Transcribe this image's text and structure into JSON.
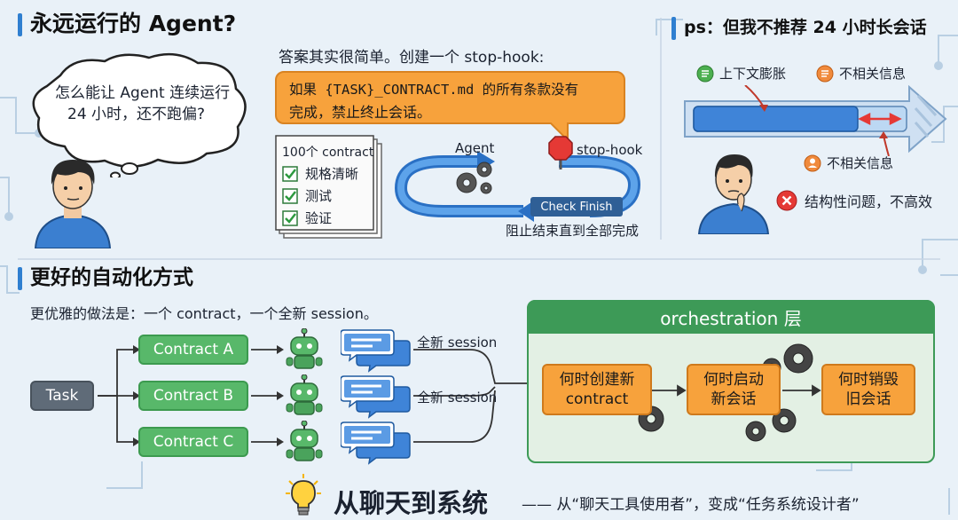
{
  "left_panel": {
    "title": "永远运行的 Agent?",
    "question_line1": "怎么能让 Agent 连续运行",
    "question_line2": "24 小时，还不跑偏?",
    "answer_intro": "答案其实很简单。创建一个 stop-hook:",
    "contract_line1": "如果 {TASK}_CONTRACT.md 的所有条款没有",
    "contract_line2": "完成，禁止终止会话。",
    "checklist": {
      "header": "100个 contract",
      "items": [
        "规格清晰",
        "测试",
        "验证"
      ]
    },
    "loop": {
      "agent_label": "Agent",
      "stop_hook_label": "stop-hook",
      "check_finish_label": "Check Finish",
      "caption": "阻止结束直到全部完成"
    }
  },
  "right_panel": {
    "title": "ps：但我不推荐 24 小时长会话",
    "legend_context": "上下文膨胀",
    "legend_irrelevant_top": "不相关信息",
    "legend_irrelevant_bottom": "不相关信息",
    "conclusion": "结构性问题，不高效"
  },
  "bottom_panel": {
    "title": "更好的自动化方式",
    "subtitle": "更优雅的做法是：一个 contract，一个全新 session。",
    "task_label": "Task",
    "contracts": [
      "Contract A",
      "Contract B",
      "Contract C"
    ],
    "session_labels": [
      "全新 session",
      "全新 session"
    ],
    "orchestration": {
      "header": "orchestration 层",
      "steps": [
        {
          "line1": "何时创建新",
          "line2": "contract"
        },
        {
          "line1": "何时启动",
          "line2": "新会话"
        },
        {
          "line1": "何时销毁",
          "line2": "旧会话"
        }
      ]
    }
  },
  "footer": {
    "headline": "从聊天到系统",
    "tagline": "—— 从“聊天工具使用者”，变成“任务系统设计者”"
  },
  "colors": {
    "accent_blue": "#2f7fd0",
    "orange": "#f7a23c",
    "green": "#58b86a",
    "orch_green": "#3d9a57",
    "background": "#e9f1f8"
  }
}
